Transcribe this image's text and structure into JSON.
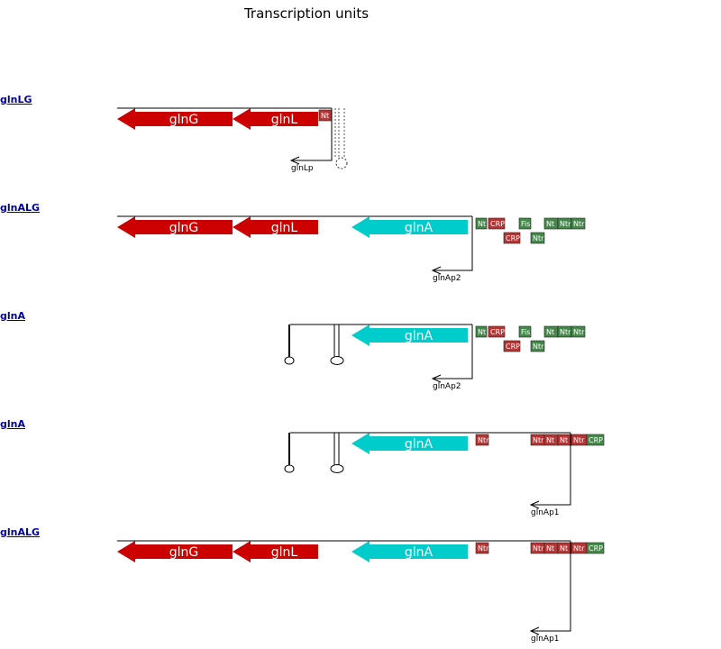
{
  "title": "Transcription units",
  "colors": {
    "gene_red": "#cc0000",
    "gene_cyan": "#00cccc",
    "site_red": "#bb3333",
    "site_green": "#44884a",
    "link": "#0000a0"
  },
  "units": [
    {
      "name": "glnLG",
      "genes": [
        {
          "label": "glnG",
          "color": "red"
        },
        {
          "label": "glnL",
          "color": "red"
        }
      ],
      "sites": [
        {
          "label": "Nt",
          "color": "red"
        }
      ],
      "promoter": "glnLp",
      "terminators": 1
    },
    {
      "name": "glnALG",
      "genes": [
        {
          "label": "glnG",
          "color": "red"
        },
        {
          "label": "glnL",
          "color": "red"
        },
        {
          "label": "glnA",
          "color": "cyan"
        }
      ],
      "sites": [
        {
          "label": "Nt",
          "color": "green"
        },
        {
          "label": "CRP",
          "color": "red"
        },
        {
          "label": "CRP",
          "color": "red"
        },
        {
          "label": "Fis",
          "color": "green"
        },
        {
          "label": "Ntr",
          "color": "green"
        },
        {
          "label": "Nt",
          "color": "green"
        },
        {
          "label": "Ntr",
          "color": "green"
        },
        {
          "label": "Ntr",
          "color": "green"
        }
      ],
      "promoter": "glnAp2",
      "terminators": 0
    },
    {
      "name": "glnA",
      "genes": [
        {
          "label": "glnA",
          "color": "cyan"
        }
      ],
      "sites": [
        {
          "label": "Nt",
          "color": "green"
        },
        {
          "label": "CRP",
          "color": "red"
        },
        {
          "label": "CRP",
          "color": "red"
        },
        {
          "label": "Fis",
          "color": "green"
        },
        {
          "label": "Ntr",
          "color": "green"
        },
        {
          "label": "Nt",
          "color": "green"
        },
        {
          "label": "Ntr",
          "color": "green"
        },
        {
          "label": "Ntr",
          "color": "green"
        }
      ],
      "promoter": "glnAp2",
      "terminators": 2
    },
    {
      "name": "glnA",
      "genes": [
        {
          "label": "glnA",
          "color": "cyan"
        }
      ],
      "sites": [
        {
          "label": "Ntr",
          "color": "red"
        },
        {
          "label": "Ntr",
          "color": "red"
        },
        {
          "label": "Nt",
          "color": "red"
        },
        {
          "label": "Nt",
          "color": "red"
        },
        {
          "label": "Ntr",
          "color": "red"
        },
        {
          "label": "CRP",
          "color": "green"
        }
      ],
      "promoter": "glnAp1",
      "terminators": 2
    },
    {
      "name": "glnALG",
      "genes": [
        {
          "label": "glnG",
          "color": "red"
        },
        {
          "label": "glnL",
          "color": "red"
        },
        {
          "label": "glnA",
          "color": "cyan"
        }
      ],
      "sites": [
        {
          "label": "Ntr",
          "color": "red"
        },
        {
          "label": "Ntr",
          "color": "red"
        },
        {
          "label": "Nt",
          "color": "red"
        },
        {
          "label": "Nt",
          "color": "red"
        },
        {
          "label": "Ntr",
          "color": "red"
        },
        {
          "label": "CRP",
          "color": "green"
        }
      ],
      "promoter": "glnAp1",
      "terminators": 0
    }
  ]
}
